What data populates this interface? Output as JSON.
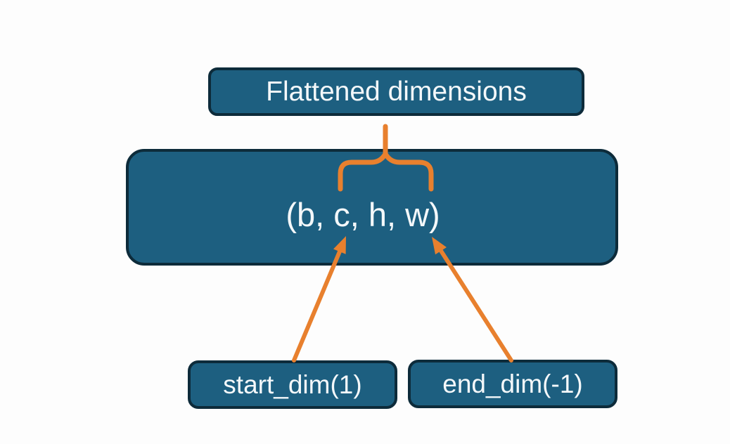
{
  "diagram": {
    "title_box": {
      "label": "Flattened dimensions"
    },
    "tensor_box": {
      "label": "(b, c, h, w)"
    },
    "start_box": {
      "label": "start_dim(1)"
    },
    "end_box": {
      "label": "end_dim(-1)"
    }
  },
  "colors": {
    "box_fill": "#1d5f80",
    "box_border": "#0d2b3a",
    "accent_orange": "#e8802e",
    "text": "#f4f8fa",
    "background": "#fdfdfd"
  }
}
